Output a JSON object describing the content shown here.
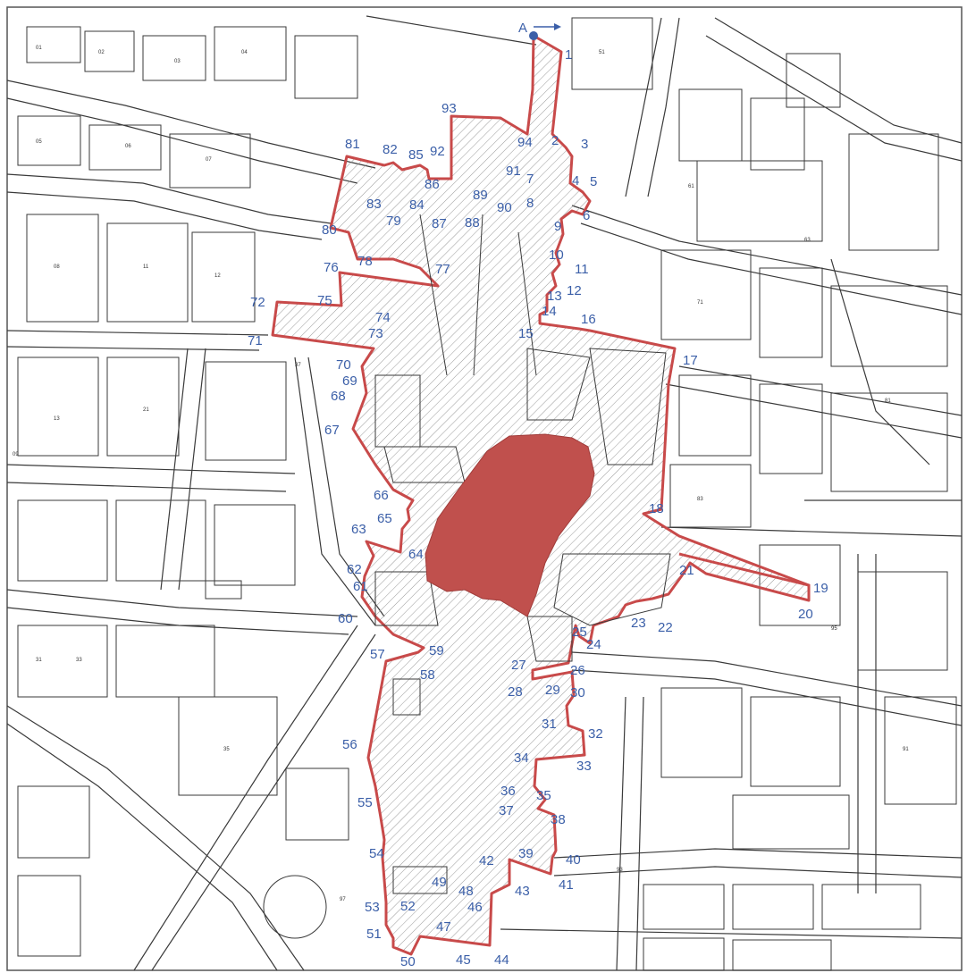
{
  "map": {
    "colors": {
      "boundary": "#c84a4a",
      "core_fill": "#c0504d",
      "labels": "#3b5fa8",
      "hatch": "#9a9a9a",
      "lines": "#3a3a3a"
    },
    "reference_marker": {
      "label": "A"
    },
    "boundary_point_labels": [
      "1",
      "2",
      "3",
      "4",
      "5",
      "6",
      "7",
      "8",
      "9",
      "10",
      "11",
      "12",
      "13",
      "14",
      "15",
      "16",
      "17",
      "18",
      "19",
      "20",
      "21",
      "22",
      "23",
      "24",
      "25",
      "26",
      "27",
      "28",
      "29",
      "30",
      "31",
      "32",
      "33",
      "34",
      "35",
      "36",
      "37",
      "38",
      "39",
      "40",
      "41",
      "42",
      "43",
      "44",
      "45",
      "46",
      "47",
      "48",
      "49",
      "50",
      "51",
      "52",
      "53",
      "54",
      "55",
      "56",
      "57",
      "58",
      "59",
      "60",
      "61",
      "62",
      "63",
      "64",
      "65",
      "66",
      "67",
      "68",
      "69",
      "70",
      "71",
      "72",
      "73",
      "74",
      "75",
      "76",
      "77",
      "78",
      "79",
      "80",
      "81",
      "82",
      "83",
      "84",
      "85",
      "86",
      "87",
      "88",
      "89",
      "90",
      "91",
      "92",
      "93",
      "94"
    ],
    "parcel_numbers": [
      "01",
      "02",
      "03",
      "04",
      "05",
      "06",
      "07",
      "08",
      "09",
      "11",
      "12",
      "13",
      "21",
      "31",
      "33",
      "35",
      "37",
      "51",
      "61",
      "63",
      "71",
      "81",
      "83",
      "91",
      "93",
      "95",
      "97"
    ]
  }
}
